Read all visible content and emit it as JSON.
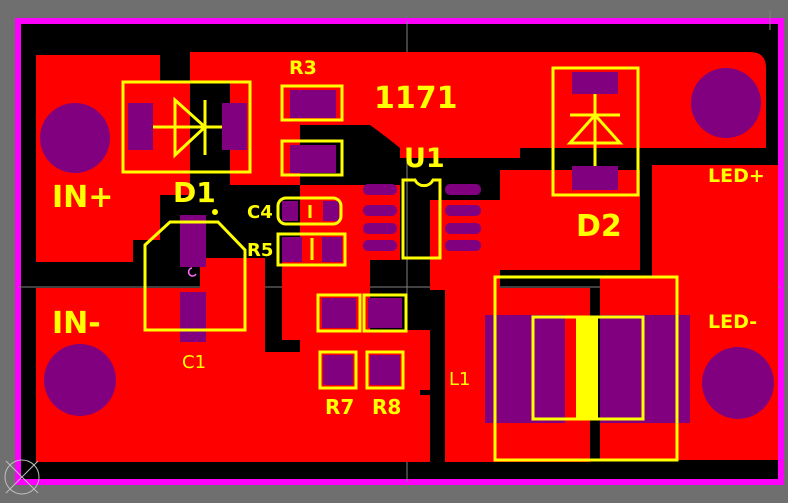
{
  "colors": {
    "background": "#6f6f6f",
    "board_outline": "#ff00ff",
    "board_fill": "#000000",
    "copper_top": "#ff0000",
    "pad": "#800080",
    "silkscreen": "#ffff00",
    "grid_line": "#7f7f7f"
  },
  "labels": {
    "in_plus": "IN+",
    "in_minus": "IN-",
    "led_plus": "LED+",
    "led_minus": "LED-",
    "part_number": "1171",
    "d1": "D1",
    "d2": "D2",
    "u1": "U1",
    "r3": "R3",
    "r5": "R5",
    "r7": "R7",
    "r8": "R8",
    "c1": "C1",
    "c4": "C4",
    "l1": "L1"
  }
}
